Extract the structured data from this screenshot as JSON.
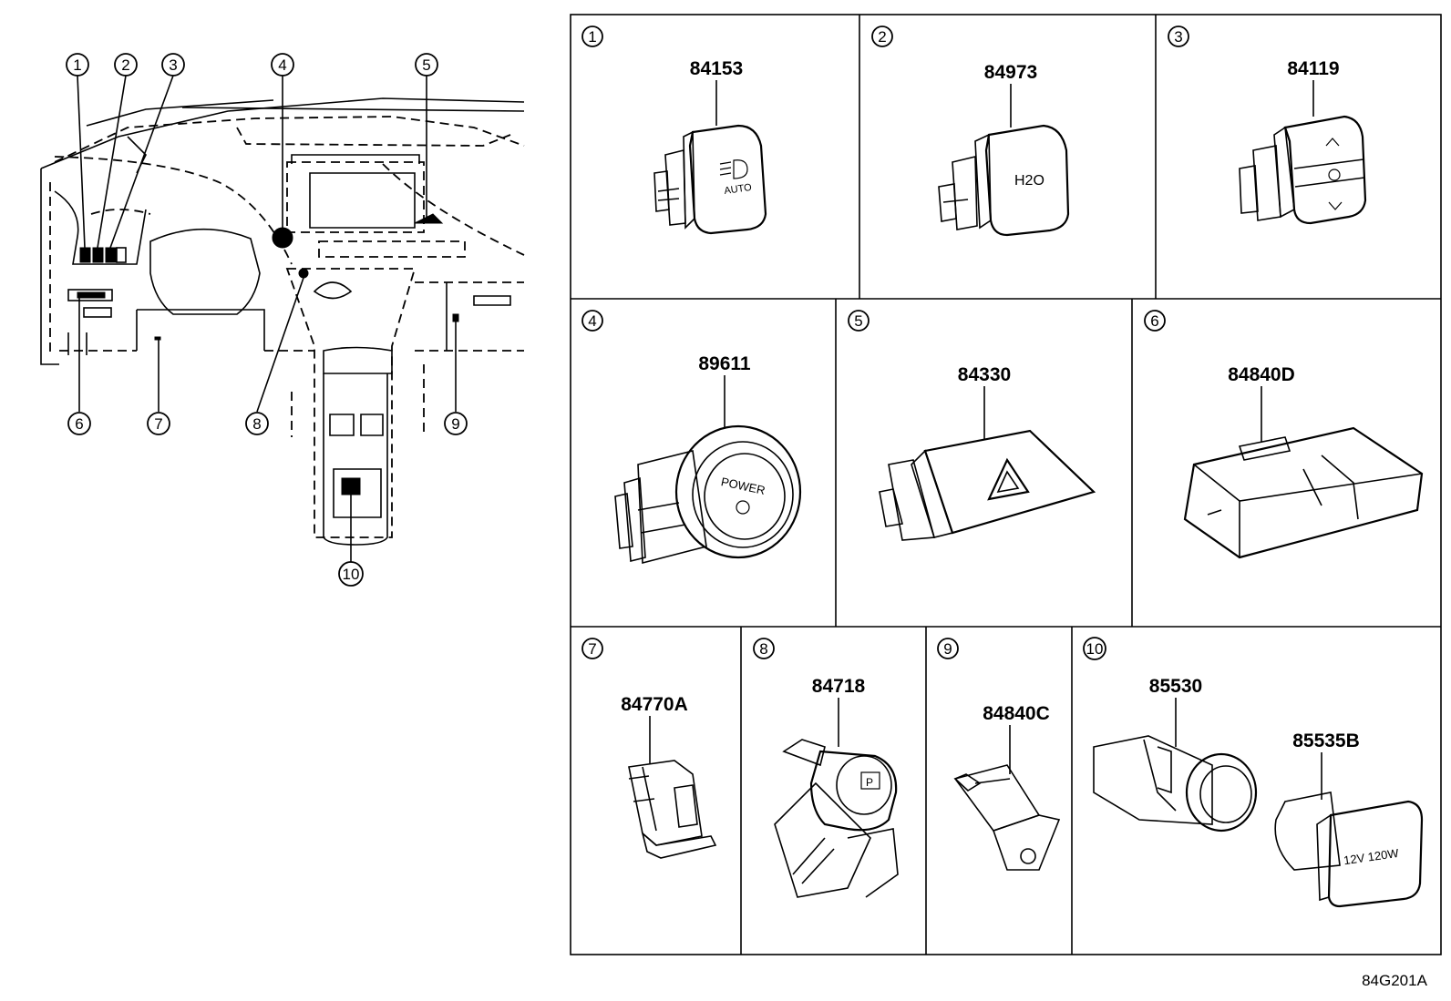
{
  "diagram_ref": "84G201A",
  "callouts": [
    {
      "id": "c1",
      "label": "1"
    },
    {
      "id": "c2",
      "label": "2"
    },
    {
      "id": "c3",
      "label": "3"
    },
    {
      "id": "c4",
      "label": "4"
    },
    {
      "id": "c5",
      "label": "5"
    },
    {
      "id": "c6",
      "label": "6"
    },
    {
      "id": "c7",
      "label": "7"
    },
    {
      "id": "c8",
      "label": "8"
    },
    {
      "id": "c9",
      "label": "9"
    },
    {
      "id": "c10",
      "label": "10"
    }
  ],
  "panels": [
    {
      "label": "1",
      "parts": [
        "84153"
      ],
      "icon_text": "AUTO"
    },
    {
      "label": "2",
      "parts": [
        "84973"
      ],
      "icon_text": "H2O"
    },
    {
      "label": "3",
      "parts": [
        "84119"
      ]
    },
    {
      "label": "4",
      "parts": [
        "89611"
      ],
      "icon_text": "POWER"
    },
    {
      "label": "5",
      "parts": [
        "84330"
      ]
    },
    {
      "label": "6",
      "parts": [
        "84840D"
      ]
    },
    {
      "label": "7",
      "parts": [
        "84770A"
      ]
    },
    {
      "label": "8",
      "parts": [
        "84718"
      ],
      "icon_text": "P"
    },
    {
      "label": "9",
      "parts": [
        "84840C"
      ]
    },
    {
      "label": "10",
      "parts": [
        "85530",
        "85535B"
      ],
      "icon_text": "12V 120W"
    }
  ]
}
